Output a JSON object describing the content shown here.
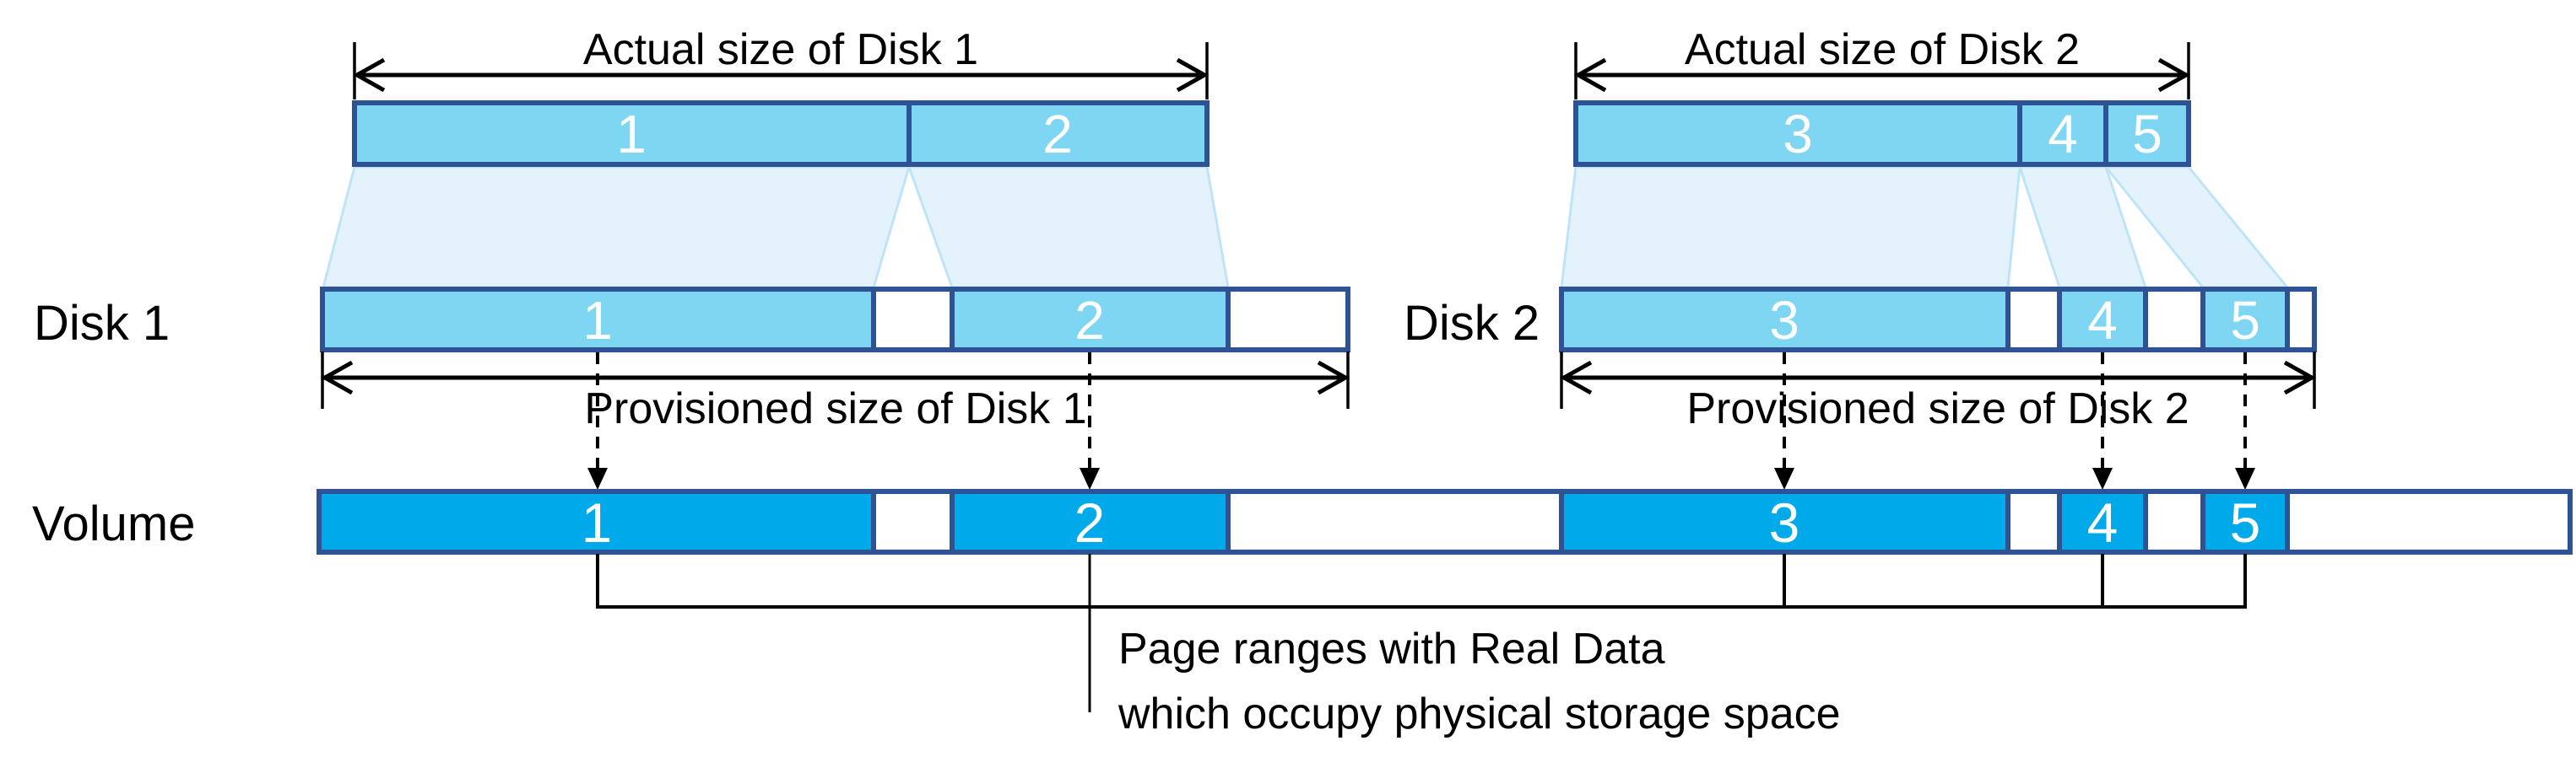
{
  "colors": {
    "navy": "#2E5395",
    "disk_fill": "#7FD6F3",
    "volume_fill": "#00A9EA",
    "funnel_fill": "#E4F2FB",
    "funnel_edge": "#BFE4F7"
  },
  "row_labels": {
    "disk1": "Disk 1",
    "disk2": "Disk 2",
    "volume": "Volume"
  },
  "dimension_labels": {
    "actual_disk1": "Actual size of Disk 1",
    "actual_disk2": "Actual size of Disk 2",
    "provisioned_disk1": "Provisioned size of Disk 1",
    "provisioned_disk2": "Provisioned size of Disk 2"
  },
  "page_ranges": {
    "r1": "1",
    "r2": "2",
    "r3": "3",
    "r4": "4",
    "r5": "5"
  },
  "annotation": {
    "line1": "Page ranges with Real Data",
    "line2": "which occupy physical storage space"
  }
}
